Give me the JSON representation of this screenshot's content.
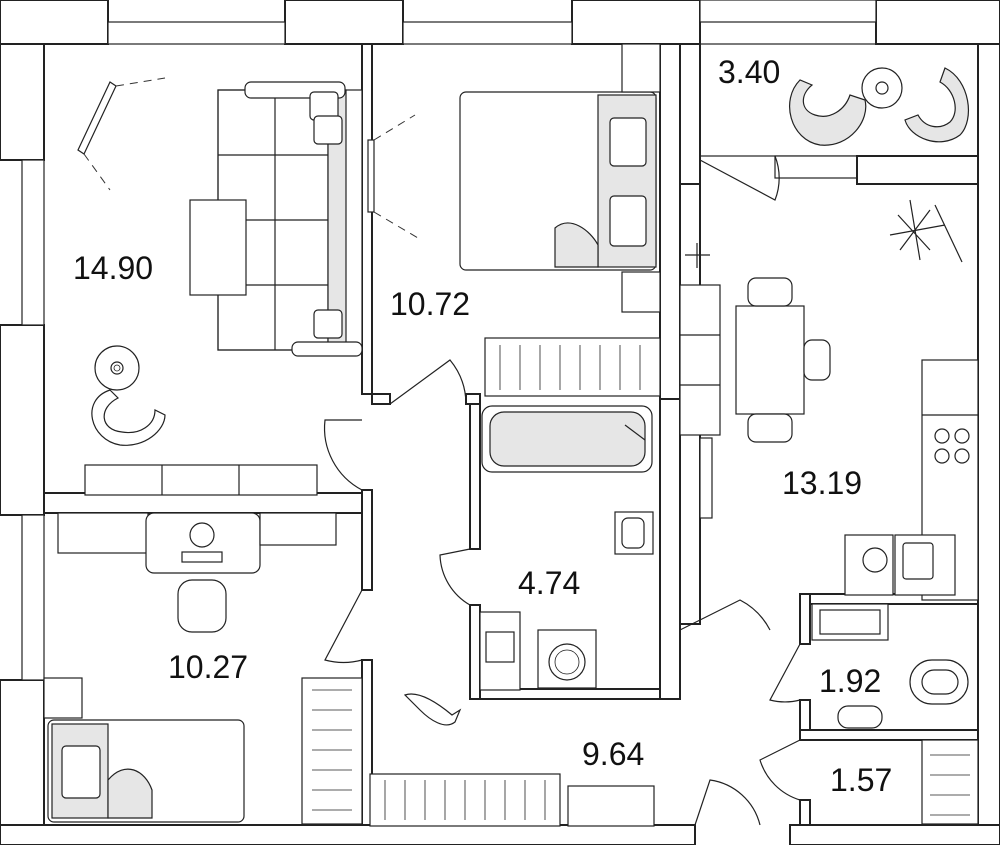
{
  "rooms": [
    {
      "id": "living",
      "area": "14.90"
    },
    {
      "id": "bedroom",
      "area": "10.72"
    },
    {
      "id": "balcony",
      "area": "3.40"
    },
    {
      "id": "kitchen",
      "area": "13.19"
    },
    {
      "id": "bathroom",
      "area": "4.74"
    },
    {
      "id": "child-room",
      "area": "10.27"
    },
    {
      "id": "hall",
      "area": "9.64"
    },
    {
      "id": "wc",
      "area": "1.92"
    },
    {
      "id": "storage",
      "area": "1.57"
    }
  ]
}
